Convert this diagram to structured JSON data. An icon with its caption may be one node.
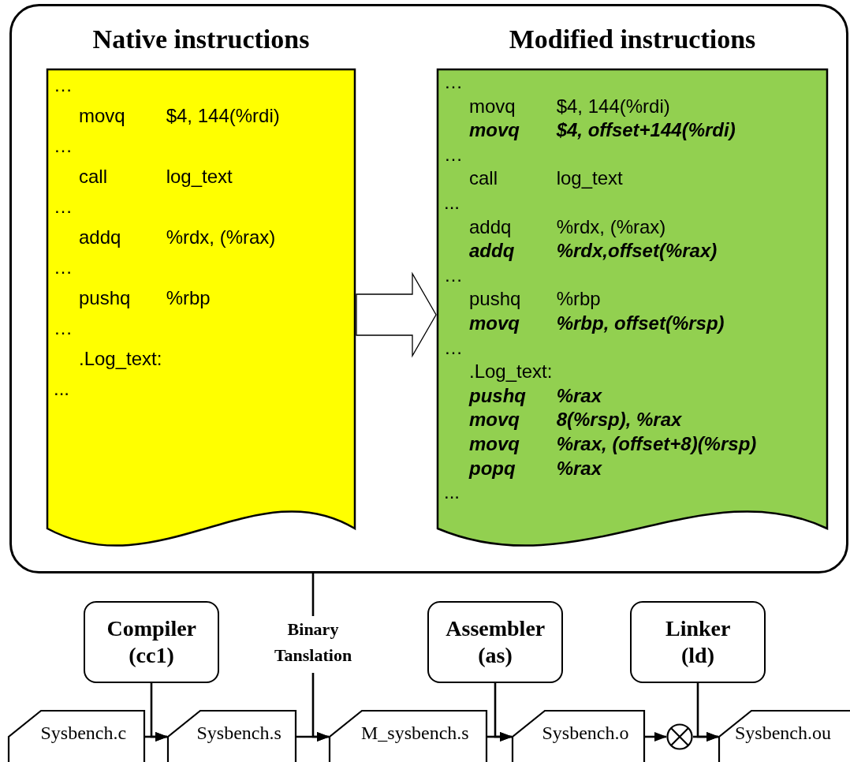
{
  "diagram": {
    "nodes": [
      {
        "text": [],
        "shape": "box"
      },
      {
        "text": [
          "Native instructions",
          "…",
          "movq $4, 144(%rdi)",
          "…",
          "call log_text",
          "…",
          "addq %rdx, (%rax)",
          "…",
          "pushq %rbp",
          "…",
          ".Log_text:",
          "..."
        ],
        "in": 0
      },
      {
        "text": [
          "Modified instructions",
          "…",
          "movq $4, 144(%rdi)",
          "**movq $4, offset+144(%rdi)**",
          "…",
          "call log_text",
          "...",
          "addq %rdx, (%rax)",
          "**addq %rdx,offset(%rax)**",
          "…",
          "pushq %rbp",
          "**movq %rbp, offset(%rsp)**",
          "…",
          ".Log_text:",
          "**pushq %rax**",
          "**movq 8(%rsp), %rax**",
          "**movq %rax, (offset+8)(%rsp)**",
          "**popq %rax**",
          "..."
        ],
        "in": 0
      },
      {
        "text": [
          "Compiler (cc1)"
        ]
      },
      {
        "text": [
          "Binary Tanslation"
        ]
      },
      {
        "text": [
          "Assembler (as)"
        ]
      },
      {
        "text": [
          "Linker (ld)"
        ]
      },
      {
        "text": [
          "Sysbench.c"
        ]
      },
      {
        "text": [
          "Sysbench.s"
        ]
      },
      {
        "text": [
          "M_sysbench.s"
        ]
      },
      {
        "text": [
          "Sysbench.o"
        ]
      },
      {
        "text": [],
        "shape": "circle"
      },
      {
        "text": [
          "Sysbench.ou"
        ]
      }
    ],
    "edges": [
      {
        "from": 1,
        "to": 2,
        "arrow": "to",
        "style": "thick"
      },
      {
        "from": 0,
        "to": 4,
        "arrow": "none"
      },
      {
        "from": 7,
        "to": 8,
        "arrow": "to"
      },
      {
        "from": 3,
        "to": 8,
        "arrow": "to"
      },
      {
        "from": 8,
        "to": 9,
        "arrow": "to"
      },
      {
        "from": 4,
        "to": 9,
        "arrow": "to"
      },
      {
        "from": 9,
        "to": 10,
        "arrow": "to"
      },
      {
        "from": 5,
        "to": 10,
        "arrow": "to"
      },
      {
        "from": 10,
        "to": 11,
        "arrow": "to"
      },
      {
        "from": 11,
        "to": 12,
        "arrow": "to"
      },
      {
        "from": 6,
        "to": 12,
        "arrow": "to"
      }
    ]
  }
}
